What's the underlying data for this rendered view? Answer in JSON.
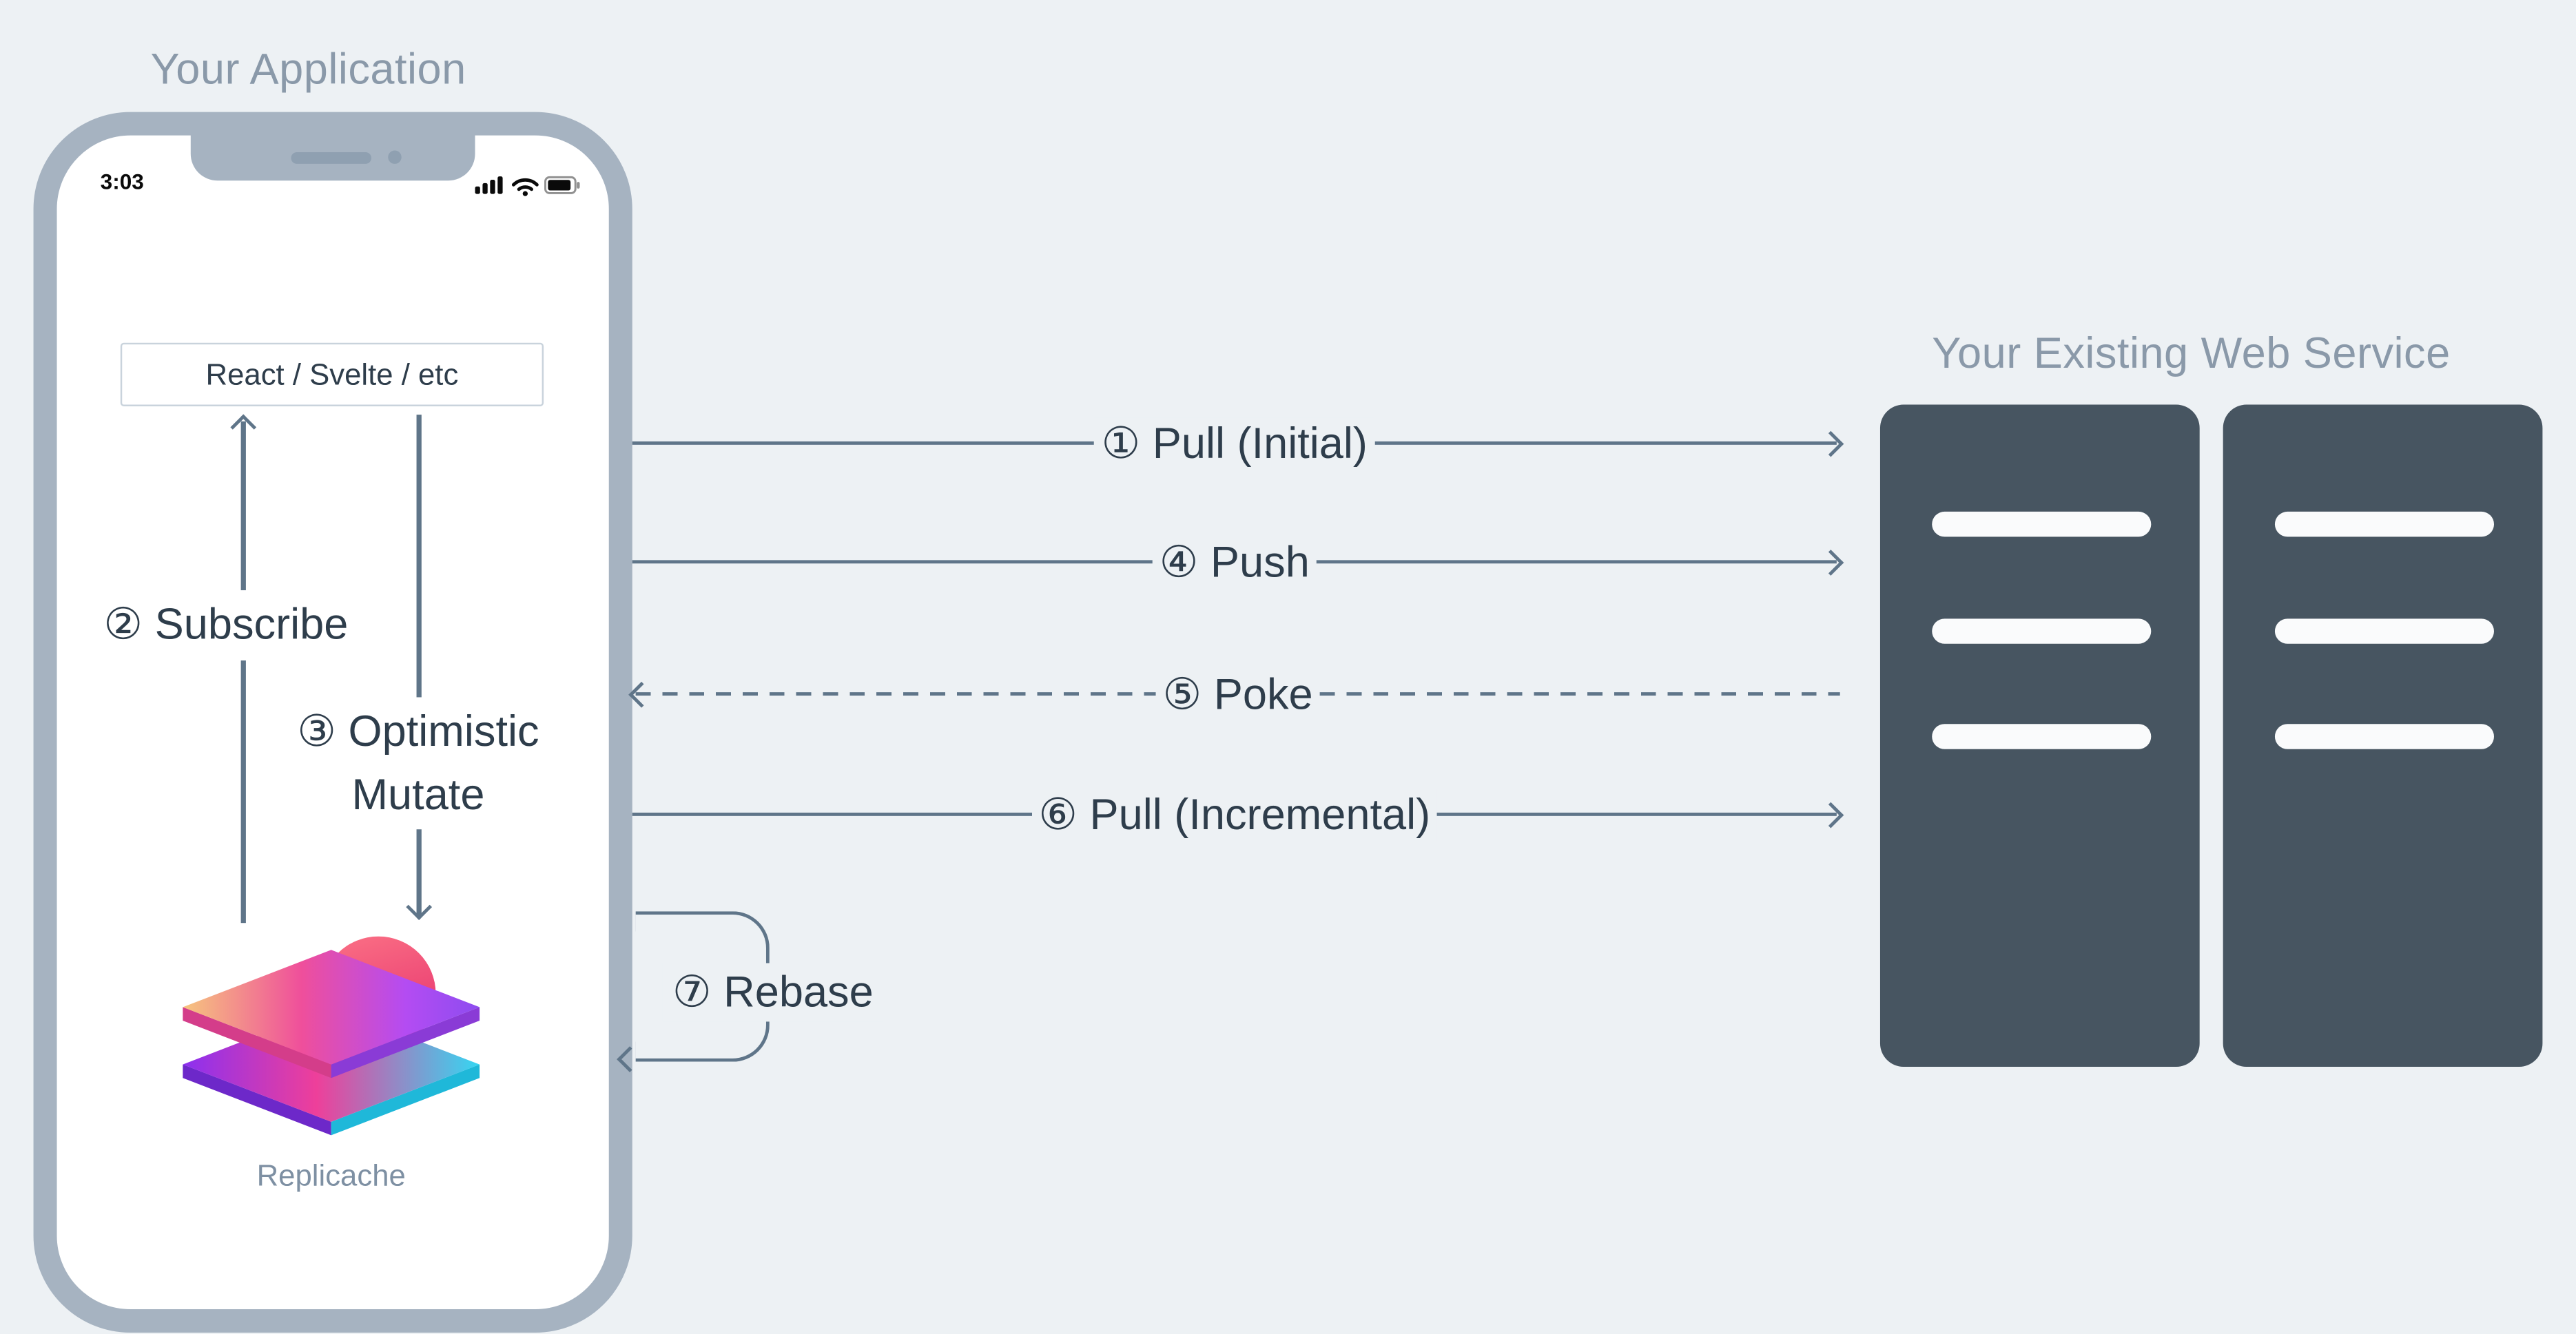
{
  "colors": {
    "bg": "#edf1f4",
    "frame": "#a6b3c1",
    "line": "#5f7589",
    "text-dark": "#2e3d4b",
    "text-gray": "#8a99a9",
    "server": "#475561",
    "box-border": "#c9d3dc"
  },
  "application": {
    "title": "Your Application",
    "phone": {
      "time": "3:03"
    },
    "framework_box": "React / Svelte / etc",
    "logo_label": "Replicache"
  },
  "service": {
    "title": "Your Existing Web Service"
  },
  "flows": {
    "subscribe": "② Subscribe",
    "optimistic_line1": "③ Optimistic",
    "optimistic_line2": "Mutate",
    "pull_initial": "① Pull (Initial)",
    "push": "④ Push",
    "poke": "⑤ Poke",
    "pull_incremental": "⑥ Pull (Incremental)",
    "rebase": "⑦ Rebase"
  }
}
